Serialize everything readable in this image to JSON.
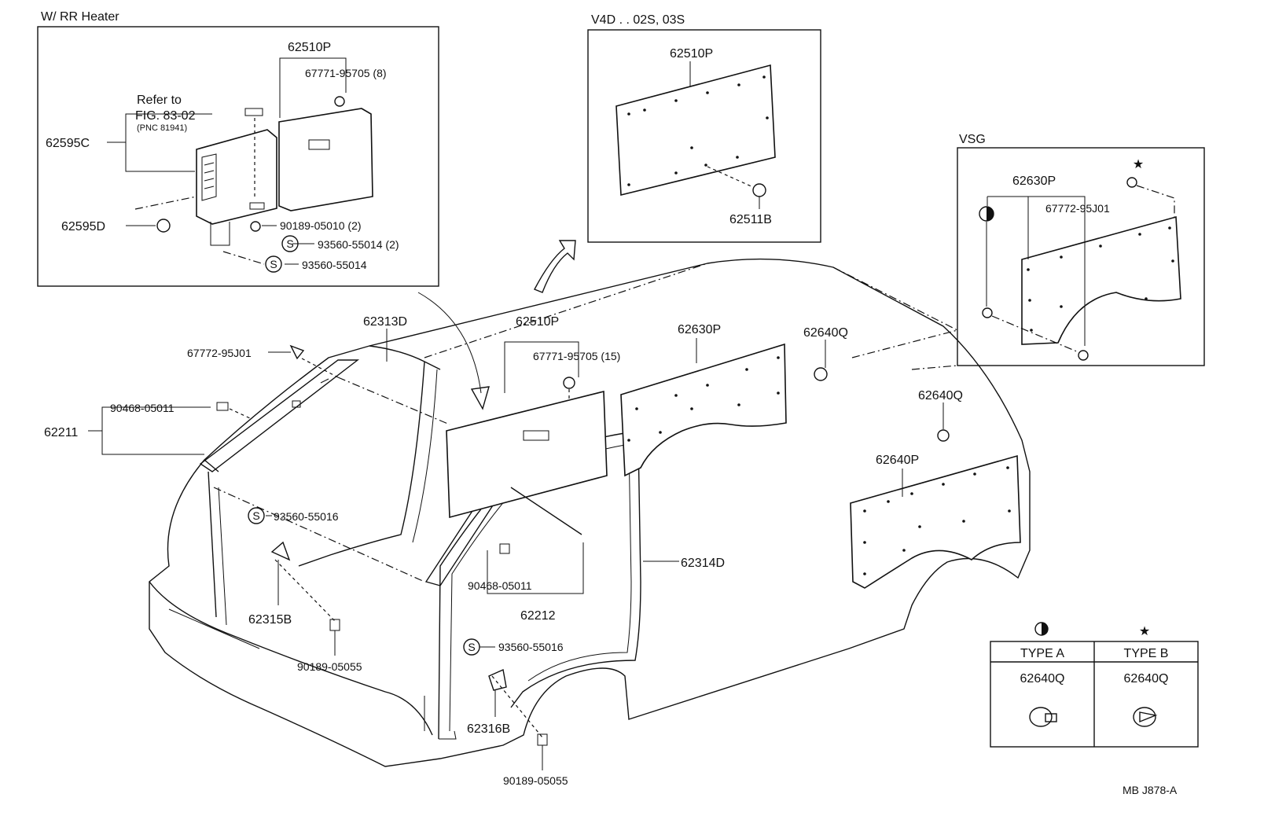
{
  "insets": {
    "rr_heater": {
      "title": "W/ RR Heater"
    },
    "v4d": {
      "title": "V4D . . 02S, 03S"
    },
    "vsg": {
      "title": "VSG"
    }
  },
  "labels": {
    "l_62510P_a": "62510P",
    "l_67771_8": "67771-95705 (8)",
    "l_refer": "Refer to",
    "l_fig": "FIG. 83-02",
    "l_pnc": "(PNC 81941)",
    "l_62595C": "62595C",
    "l_62595D": "62595D",
    "l_90189_05010": "90189-05010 (2)",
    "l_93560_55014_2": "93560-55014 (2)",
    "l_93560_55014": "93560-55014",
    "l_62510P_b": "62510P",
    "l_62511B": "62511B",
    "l_62630P_a": "62630P",
    "l_67772_95J01_a": "67772-95J01",
    "l_62313D": "62313D",
    "l_62510P_c": "62510P",
    "l_67771_15": "67771-95705 (15)",
    "l_62630P_b": "62630P",
    "l_62640Q_a": "62640Q",
    "l_67772_95J01_b": "67772-95J01",
    "l_90468_a": "90468-05011",
    "l_62211": "62211",
    "l_62640Q_b": "62640Q",
    "l_62640P": "62640P",
    "l_93560_55016_a": "93560-55016",
    "l_62314D": "62314D",
    "l_90468_b": "90468-05011",
    "l_62315B": "62315B",
    "l_62212": "62212",
    "l_90189_05055_a": "90189-05055",
    "l_93560_55016_b": "93560-55016",
    "l_62316B": "62316B",
    "l_90189_05055_b": "90189-05055",
    "s_mark": "S"
  },
  "legend_table": {
    "type_a": "TYPE  A",
    "type_b": "TYPE  B",
    "part_a": "62640Q",
    "part_b": "62640Q",
    "star": "★"
  },
  "footer": {
    "code": "MB  J878-A"
  }
}
